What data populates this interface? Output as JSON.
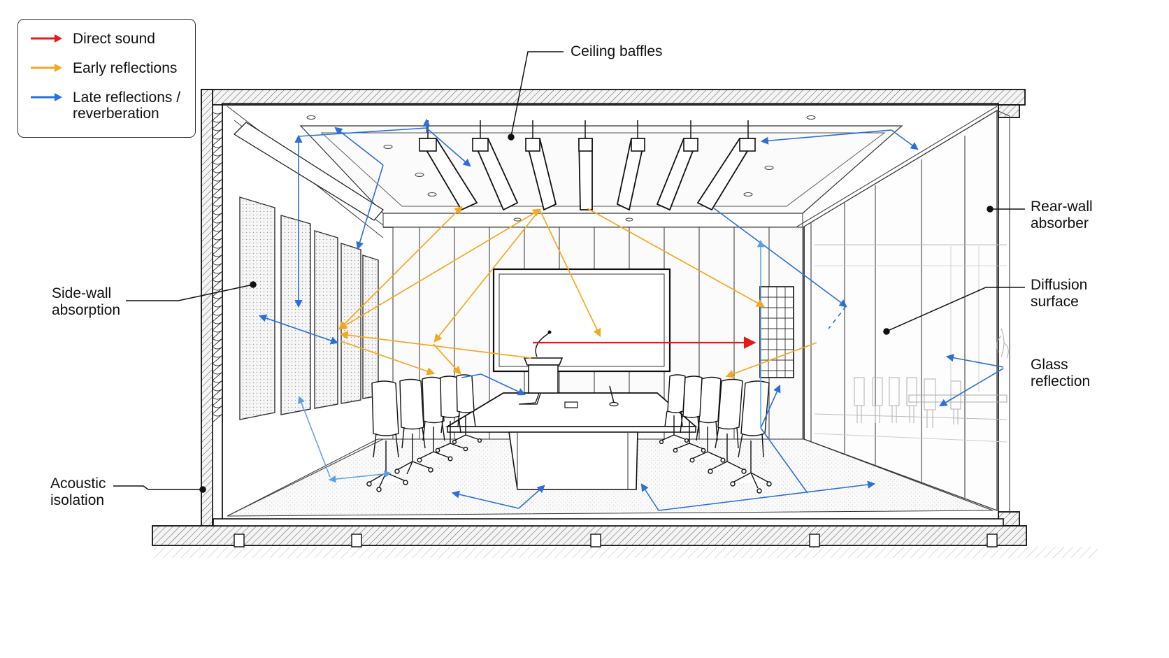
{
  "legend": {
    "items": [
      {
        "label": "Direct sound",
        "color": "#e8191b"
      },
      {
        "label": "Early reflections",
        "color": "#f5a81f"
      },
      {
        "label": "Late reflections /\nreverberation",
        "color": "#2a6fdc"
      }
    ]
  },
  "callouts": {
    "ceiling_baffles": "Ceiling baffles",
    "rear_wall_absorber": "Rear-wall\nabsorber",
    "diffusion_surface": "Diffusion\nsurface",
    "glass_reflection": "Glass\nreflection",
    "side_wall_absorption": "Side-wall\nabsorption",
    "acoustic_isolation": "Acoustic\nisolation"
  },
  "colors": {
    "direct": "#e8191b",
    "early": "#f5a81f",
    "late": "#2a6fdc",
    "late_light": "#5aa0e6",
    "line": "#222222"
  }
}
